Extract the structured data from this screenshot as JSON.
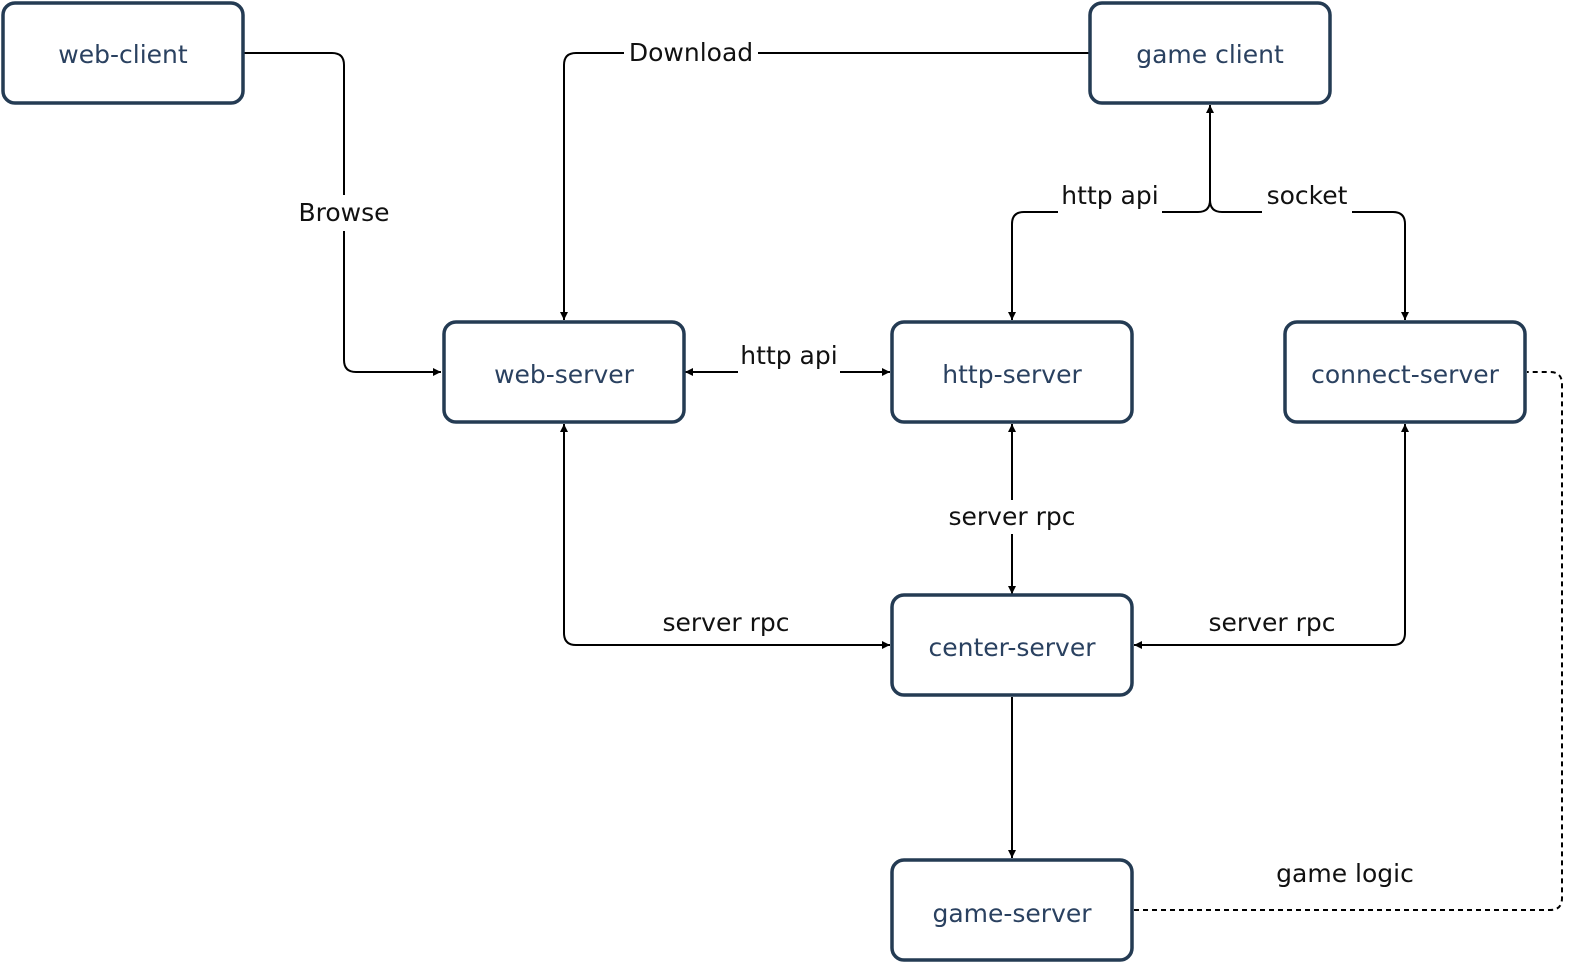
{
  "nodes": {
    "web_client": "web-client",
    "game_client": "game client",
    "web_server": "web-server",
    "http_server": "http-server",
    "connect_server": "connect-server",
    "center_server": "center-server",
    "game_server": "game-server"
  },
  "edges": {
    "browse": "Browse",
    "download": "Download",
    "http_api_client": "http api",
    "socket": "socket",
    "http_api_web": "http api",
    "server_rpc_http": "server rpc",
    "server_rpc_web": "server rpc",
    "server_rpc_connect": "server rpc",
    "game_logic": "game logic"
  },
  "colors": {
    "node_border": "#243b53",
    "node_text": "#2a4160",
    "edge": "#000000"
  }
}
